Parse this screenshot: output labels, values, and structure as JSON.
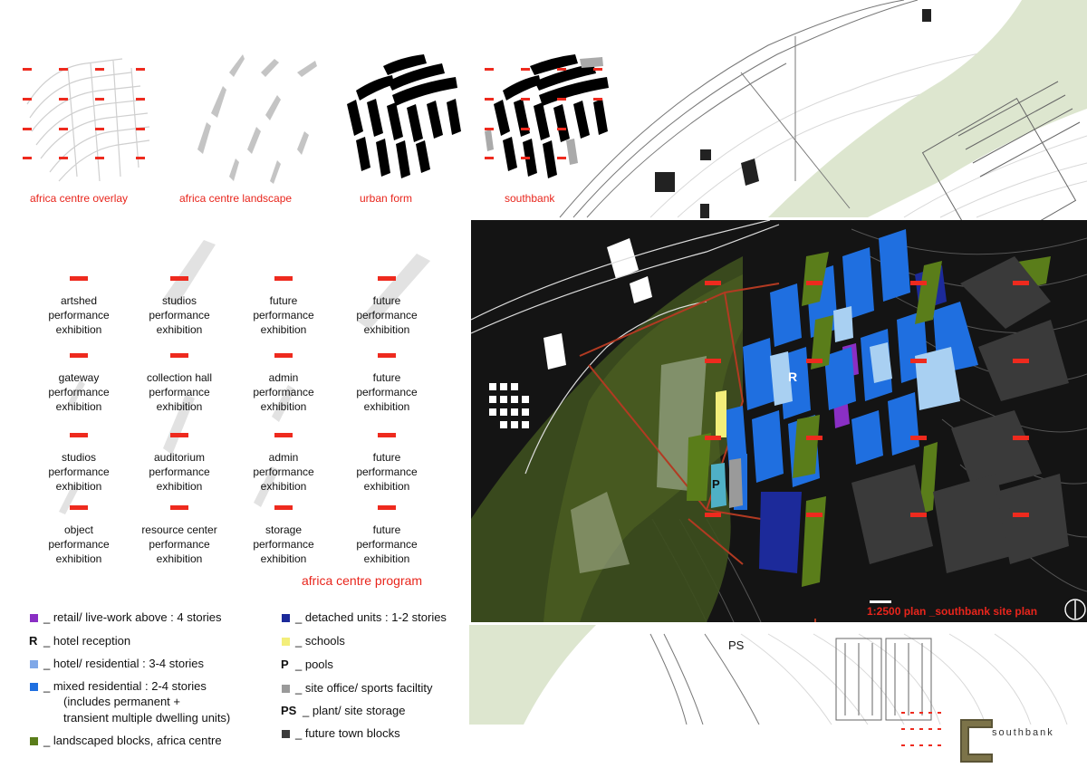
{
  "diagrams": [
    {
      "caption": "africa centre overlay"
    },
    {
      "caption": "africa centre landscape"
    },
    {
      "caption": "urban form"
    },
    {
      "caption": "southbank"
    }
  ],
  "program": {
    "title": "africa centre program",
    "rows": [
      [
        "artshed performance exhibition",
        "studios performance exhibition",
        "future performance exhibition",
        "future performance exhibition"
      ],
      [
        "gateway performance exhibition",
        "collection hall performance exhibition",
        "admin performance exhibition",
        "future performance exhibition"
      ],
      [
        "studios performance exhibition",
        "auditorium performance exhibition",
        "admin performance exhibition",
        "future performance exhibition"
      ],
      [
        "object performance exhibition",
        "resource center performance exhibition",
        "storage performance exhibition",
        "future performance exhibition"
      ]
    ]
  },
  "legend": {
    "left": [
      {
        "marker": "",
        "color": "#8a2fc4",
        "label": "_ retail/ live-work above : 4 stories"
      },
      {
        "marker": "R",
        "color": "",
        "label": "_ hotel reception"
      },
      {
        "marker": "",
        "color": "#7fa8e8",
        "label": "_ hotel/ residential : 3-4 stories"
      },
      {
        "marker": "",
        "color": "#1f6fe0",
        "label": "_ mixed residential : 2-4 stories"
      },
      {
        "marker": "",
        "color": "",
        "label": "(includes permanent +"
      },
      {
        "marker": "",
        "color": "",
        "label": "transient multiple dwelling units)"
      },
      {
        "marker": "",
        "color": "#5a7d1a",
        "label": "_ landscaped blocks, africa centre"
      }
    ],
    "right": [
      {
        "marker": "",
        "color": "#1c2a9a",
        "label": "_ detached units : 1-2 stories"
      },
      {
        "marker": "",
        "color": "#f3ee7a",
        "label": "_ schools"
      },
      {
        "marker": "P",
        "color": "",
        "label": "_ pools"
      },
      {
        "marker": "",
        "color": "#9a9a9a",
        "label": "_ site office/ sports faciltity"
      },
      {
        "marker": "PS",
        "color": "",
        "label": "_ plant/ site storage"
      },
      {
        "marker": "",
        "color": "#3a3a3a",
        "label": "_ future town blocks"
      }
    ]
  },
  "site_plan": {
    "caption": "1:2500 plan _southbank site plan",
    "ps_label": "PS",
    "r_label": "R",
    "p_label": "P"
  },
  "logo": {
    "text": "southbank"
  },
  "colors": {
    "accent_red": "#e8251c",
    "purple": "#8a2fc4",
    "light_blue": "#7fa8e8",
    "blue": "#1f6fe0",
    "dark_blue": "#1c2a9a",
    "green": "#5a7d1a",
    "yellow": "#f3ee7a",
    "grey": "#9a9a9a",
    "dark_grey": "#3a3a3a"
  }
}
